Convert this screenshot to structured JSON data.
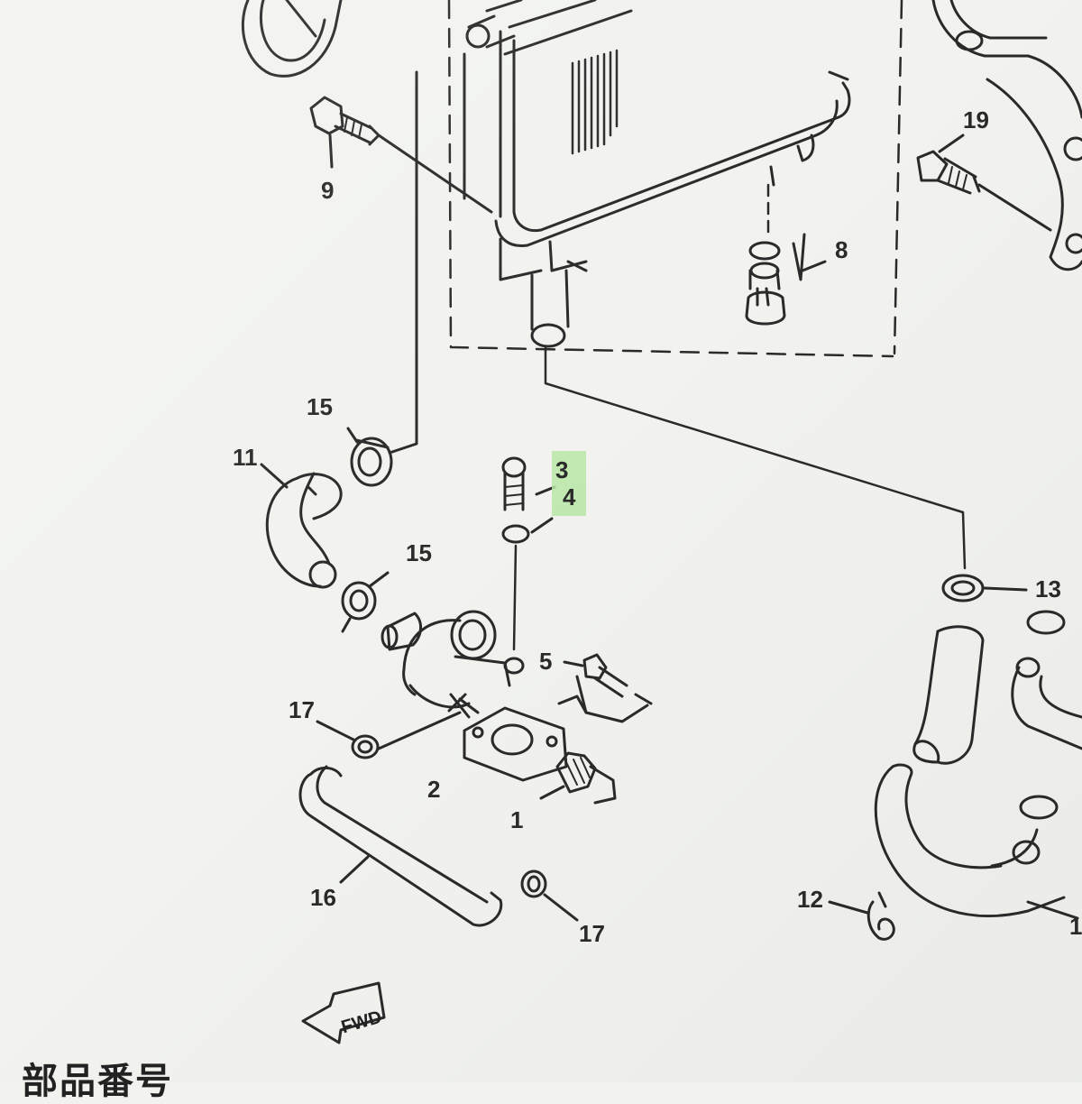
{
  "callouts": {
    "c1": "1",
    "c2": "2",
    "c3": "3",
    "c4": "4",
    "c5": "5",
    "c8": "8",
    "c9": "9",
    "c11": "11",
    "c12": "12",
    "c13": "13",
    "c15a": "15",
    "c15b": "15",
    "c16": "16",
    "c17a": "17",
    "c17b": "17",
    "c19": "19",
    "c_edge": "1"
  },
  "fwd_label": "FWD",
  "footer_text": "部品番号",
  "colors": {
    "line": "#2a2a2a",
    "highlight": "#b9e6a6",
    "background": "#f2f3ef"
  }
}
